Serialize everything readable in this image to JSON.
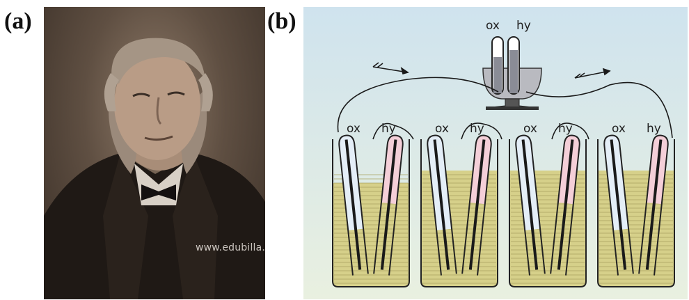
{
  "panels": {
    "a": {
      "label": "(a)",
      "watermark": "www.edubilla.com"
    },
    "b": {
      "label": "(b)"
    }
  },
  "diagram": {
    "top_labels": [
      "ox",
      "hy"
    ],
    "cells": [
      {
        "labels": [
          "ox",
          "hy"
        ]
      },
      {
        "labels": [
          "ox",
          "hy"
        ]
      },
      {
        "labels": [
          "ox",
          "hy"
        ]
      },
      {
        "labels": [
          "ox",
          "hy"
        ]
      }
    ]
  },
  "colors": {
    "background_top": "#cfe3ee",
    "background_bottom": "#e9f0e0",
    "electrolyte": "#d6d08a",
    "hydrogen_tube": "#f4cfd8",
    "oxygen_tube": "#e4eef7",
    "wire": "#1a1a1a"
  }
}
